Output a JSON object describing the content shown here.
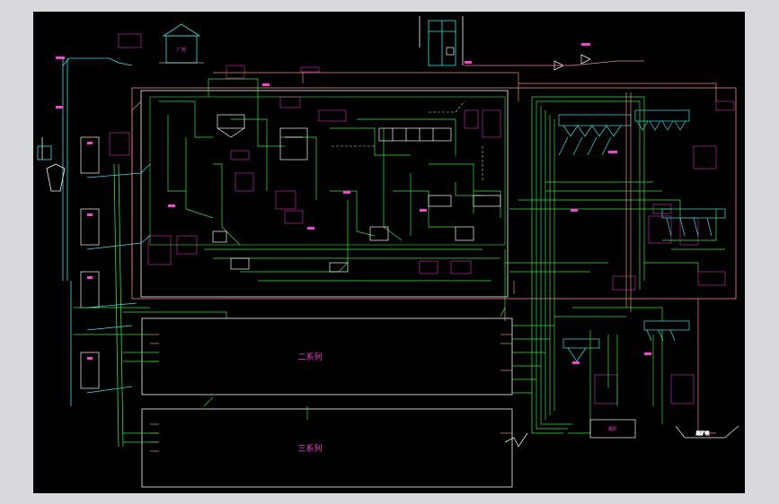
{
  "drawing": {
    "section2_label": "二系列",
    "section3_label": "三系列",
    "house_label": "厂房",
    "bottom_box_label": "尾矿",
    "pond_label": "尾矿坝"
  },
  "colors": {
    "background": "#000000",
    "frame": "#d7d9dc",
    "green": "#35e33a",
    "cyan": "#2ce6e6",
    "salmon": "#f08a7a",
    "magenta": "#ff3bd8",
    "white": "#f6f6f6",
    "yellow": "#e6e63a"
  }
}
